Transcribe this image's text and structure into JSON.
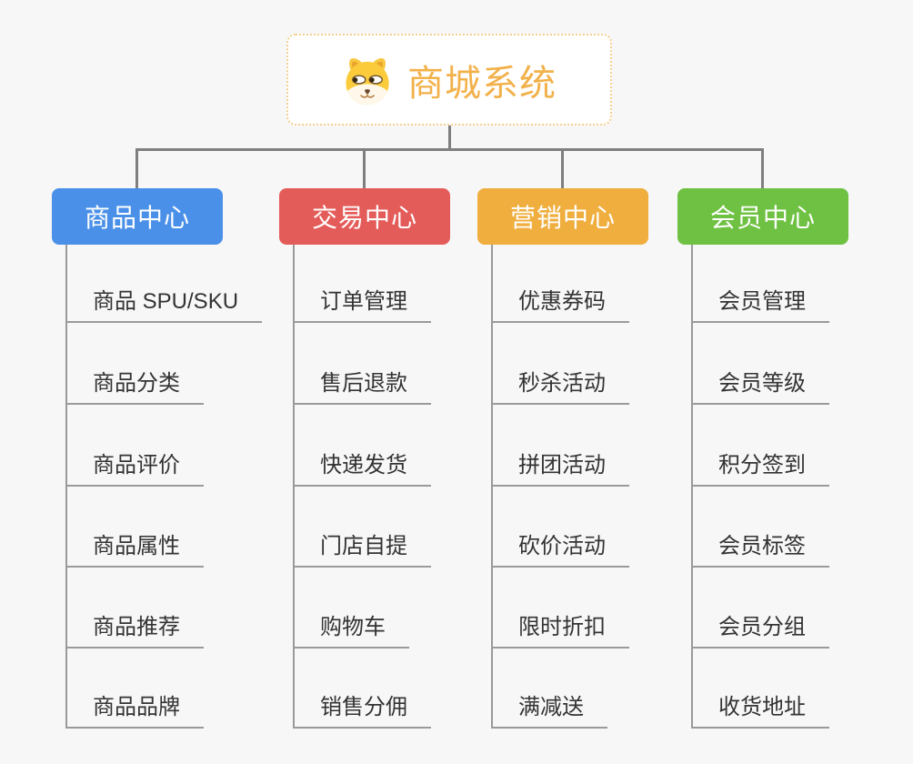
{
  "root": {
    "title": "商城系统",
    "icon": "dog-face-icon"
  },
  "branches": [
    {
      "id": "product-center",
      "label": "商品中心",
      "color": "#4a90e8",
      "children": [
        "商品 SPU/SKU",
        "商品分类",
        "商品评价",
        "商品属性",
        "商品推荐",
        "商品品牌"
      ]
    },
    {
      "id": "trade-center",
      "label": "交易中心",
      "color": "#e45c5a",
      "children": [
        "订单管理",
        "售后退款",
        "快递发货",
        "门店自提",
        "购物车",
        "销售分佣"
      ]
    },
    {
      "id": "marketing-center",
      "label": "营销中心",
      "color": "#efae3e",
      "children": [
        "优惠券码",
        "秒杀活动",
        "拼团活动",
        "砍价活动",
        "限时折扣",
        "满减送"
      ]
    },
    {
      "id": "member-center",
      "label": "会员中心",
      "color": "#6ec142",
      "children": [
        "会员管理",
        "会员等级",
        "积分签到",
        "会员标签",
        "会员分组",
        "收货地址"
      ]
    }
  ],
  "colors": {
    "background": "#f7f7f7",
    "connector": "#7f7f7f",
    "leaf_line": "#9a9a9a",
    "leaf_text": "#333333",
    "root_border": "#f6ce8f",
    "root_title": "#f2b14a"
  }
}
